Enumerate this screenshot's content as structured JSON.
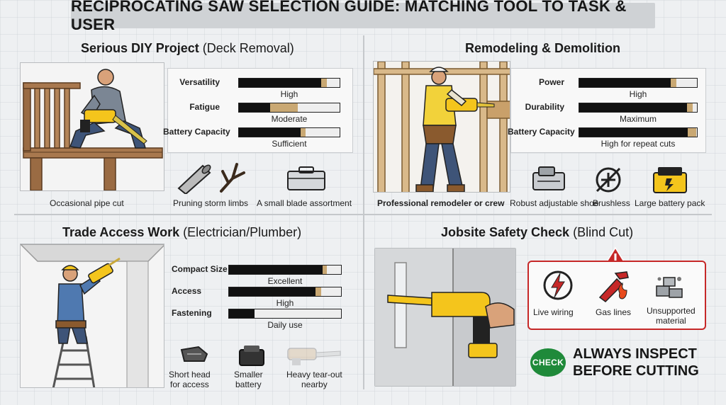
{
  "title": "RECIPROCATING SAW SELECTION GUIDE: MATCHING TOOL TO TASK & USER",
  "sections": {
    "diy": {
      "title_main": "Serious DIY Project",
      "title_sub": "(Deck Removal)",
      "metrics": [
        {
          "label": "Versatility",
          "value": "High",
          "level": 0.82,
          "tail": 0.06
        },
        {
          "label": "Fatigue",
          "value": "Moderate",
          "level": 0.31,
          "tail": 0.28
        },
        {
          "label": "Battery Capacity",
          "value": "Sufficient",
          "level": 0.62,
          "tail": 0.05
        }
      ],
      "captions": [
        "Occasional pipe cut",
        "Pruning storm limbs",
        "A small blade assortment"
      ]
    },
    "remodel": {
      "title": "Remodeling & Demolition",
      "metrics": [
        {
          "label": "Power",
          "value": "High",
          "level": 0.78,
          "tail": 0.05
        },
        {
          "label": "Durability",
          "value": "Maximum",
          "level": 0.92,
          "tail": 0.05
        },
        {
          "label": "Battery Capacity",
          "value": "High for repeat cuts",
          "level": 0.93,
          "tail": 0.07
        }
      ],
      "captions": [
        "Professional remodeler or crew",
        "Robust adjustable shoe",
        "Brushless",
        "Large battery pack"
      ]
    },
    "trade": {
      "title_main": "Trade Access Work",
      "title_sub": "(Electrician/Plumber)",
      "metrics": [
        {
          "label": "Compact Size",
          "value": "Excellent",
          "level": 0.84,
          "tail": 0.04
        },
        {
          "label": "Access",
          "value": "High",
          "level": 0.78,
          "tail": 0.05
        },
        {
          "label": "Fastening",
          "value": "Daily use",
          "level": 0.23,
          "tail": 0.0
        }
      ],
      "captions": [
        {
          "line1": "Short head",
          "line2": "for access"
        },
        {
          "line1": "Smaller",
          "line2": "battery"
        },
        {
          "line1": "Heavy tear-out",
          "line2": "nearby"
        }
      ]
    },
    "safety": {
      "title_main": "Jobsite Safety Check",
      "title_sub": "(Blind Cut)",
      "hazards": [
        {
          "line1": "Live wiring",
          "line2": "",
          "icon": "electric-hazard-icon"
        },
        {
          "line1": "Gas lines",
          "line2": "",
          "icon": "gas-line-icon"
        },
        {
          "line1": "Unsupported",
          "line2": "material",
          "icon": "debris-icon"
        }
      ],
      "check_badge": "CHECK",
      "callout_line1": "ALWAYS INSPECT",
      "callout_line2": "BEFORE CUTTING"
    }
  },
  "colors": {
    "accent_yellow": "#f4c51c",
    "warning_red": "#c62828",
    "check_green": "#1f8a3a",
    "bar_tail": "#c9a873"
  }
}
